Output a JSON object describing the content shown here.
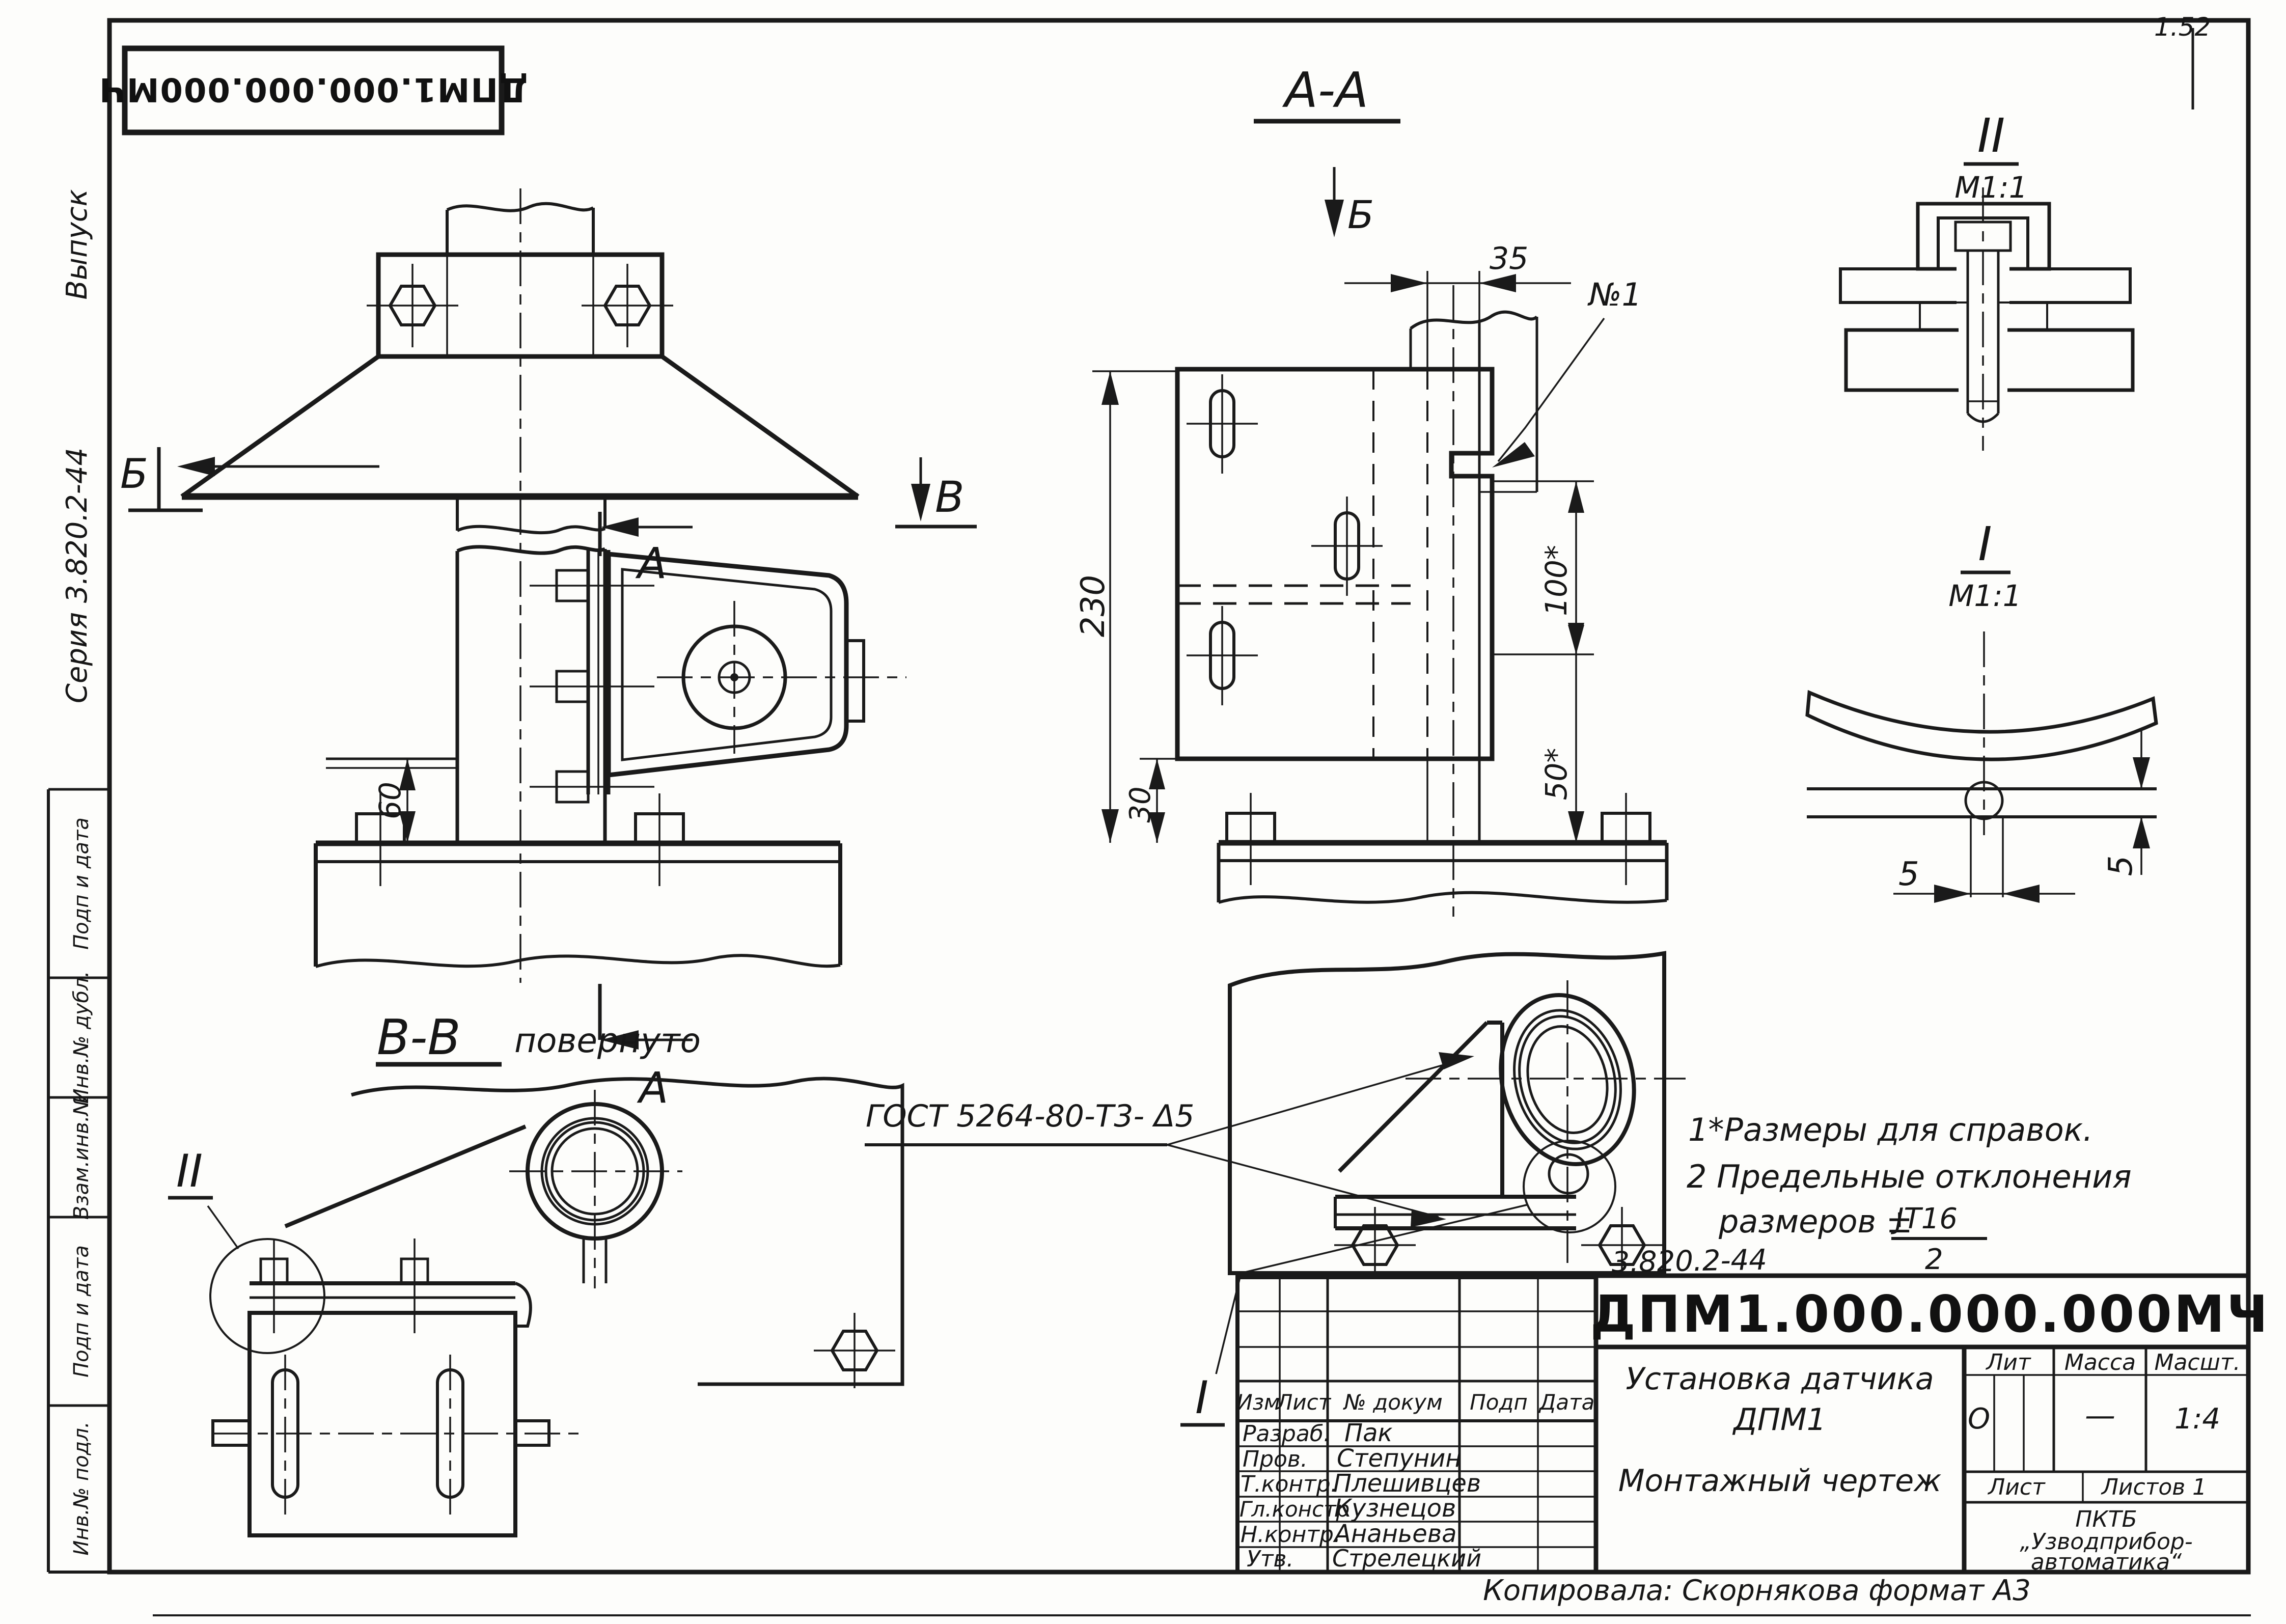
{
  "sheet": {
    "corner_mark": "1.52",
    "copy_line": "Копировала:  Скорнякова    формат А3"
  },
  "stamp": {
    "number": "ДПМ1.000.000.000МЧ"
  },
  "margin": {
    "vypusk": "Выпуск",
    "seriya": "Серия  3.820.2-44",
    "boxes": [
      "Подп и дата",
      "Инв.№ дубл.",
      "Взам.инв.№",
      "Подп и дата",
      "Инв.№ подл."
    ]
  },
  "front_view": {
    "dim_60": "60",
    "sec_b": "Б",
    "sec_v": "В",
    "sec_a_top": "А",
    "sec_a_bottom": "А"
  },
  "section_aa": {
    "title": "А-А",
    "arrow_b": "Б",
    "dim_35": "35",
    "dim_230": "230",
    "dim_30": "30",
    "dim_100": "100*",
    "dim_50": "50*",
    "callout": "№1"
  },
  "view_b": {
    "weld": "ГОСТ 5264-80-Т3- Δ5",
    "detail_i_ref": "I"
  },
  "view_vv": {
    "title": "В-В",
    "rotated": "повернуто",
    "detail_ii_ref": "II"
  },
  "detail_ii": {
    "label": "II",
    "scale": "М1:1"
  },
  "detail_i": {
    "label": "I",
    "scale": "М1:1",
    "dim_5h": "5",
    "dim_5v": "5"
  },
  "notes": {
    "line1": "1*Размеры  для  справок.",
    "line2": "2  Предельные  отклонения",
    "line3": "размеров ±",
    "frac_top": "JT16",
    "frac_bottom": "2"
  },
  "title_block": {
    "series_number": "3.820.2-44",
    "doc_number": "ДПМ1.000.000.000МЧ",
    "header": {
      "izm": "Изм",
      "list": "Лист",
      "doc": "№ докум",
      "podp": "Подп",
      "data": "Дата"
    },
    "rows": [
      {
        "role": "Разраб.",
        "name": "Пак"
      },
      {
        "role": "Пров.",
        "name": "Степунин"
      },
      {
        "role": "Т.контр.",
        "name": "Плешивцев"
      },
      {
        "role": "Гл.констр",
        "name": "Кузнецов"
      },
      {
        "role": "Н.контр.",
        "name": "Ананьева"
      },
      {
        "role": "Утв.",
        "name": "Стрелецкий"
      }
    ],
    "title1": "Установка  датчика",
    "title2": "ДПМ1",
    "title3": "Монтажный  чертеж",
    "lit_label": "Лит",
    "mass_label": "Масса",
    "scale_label": "Масшт.",
    "lit_value": "О",
    "mass_value": "—",
    "scale_value": "1:4",
    "sheet_label": "Лист",
    "sheets_label": "Листов 1",
    "org1": "ПКТБ",
    "org2": "„Узводприбор-",
    "org3": "автоматика“"
  }
}
